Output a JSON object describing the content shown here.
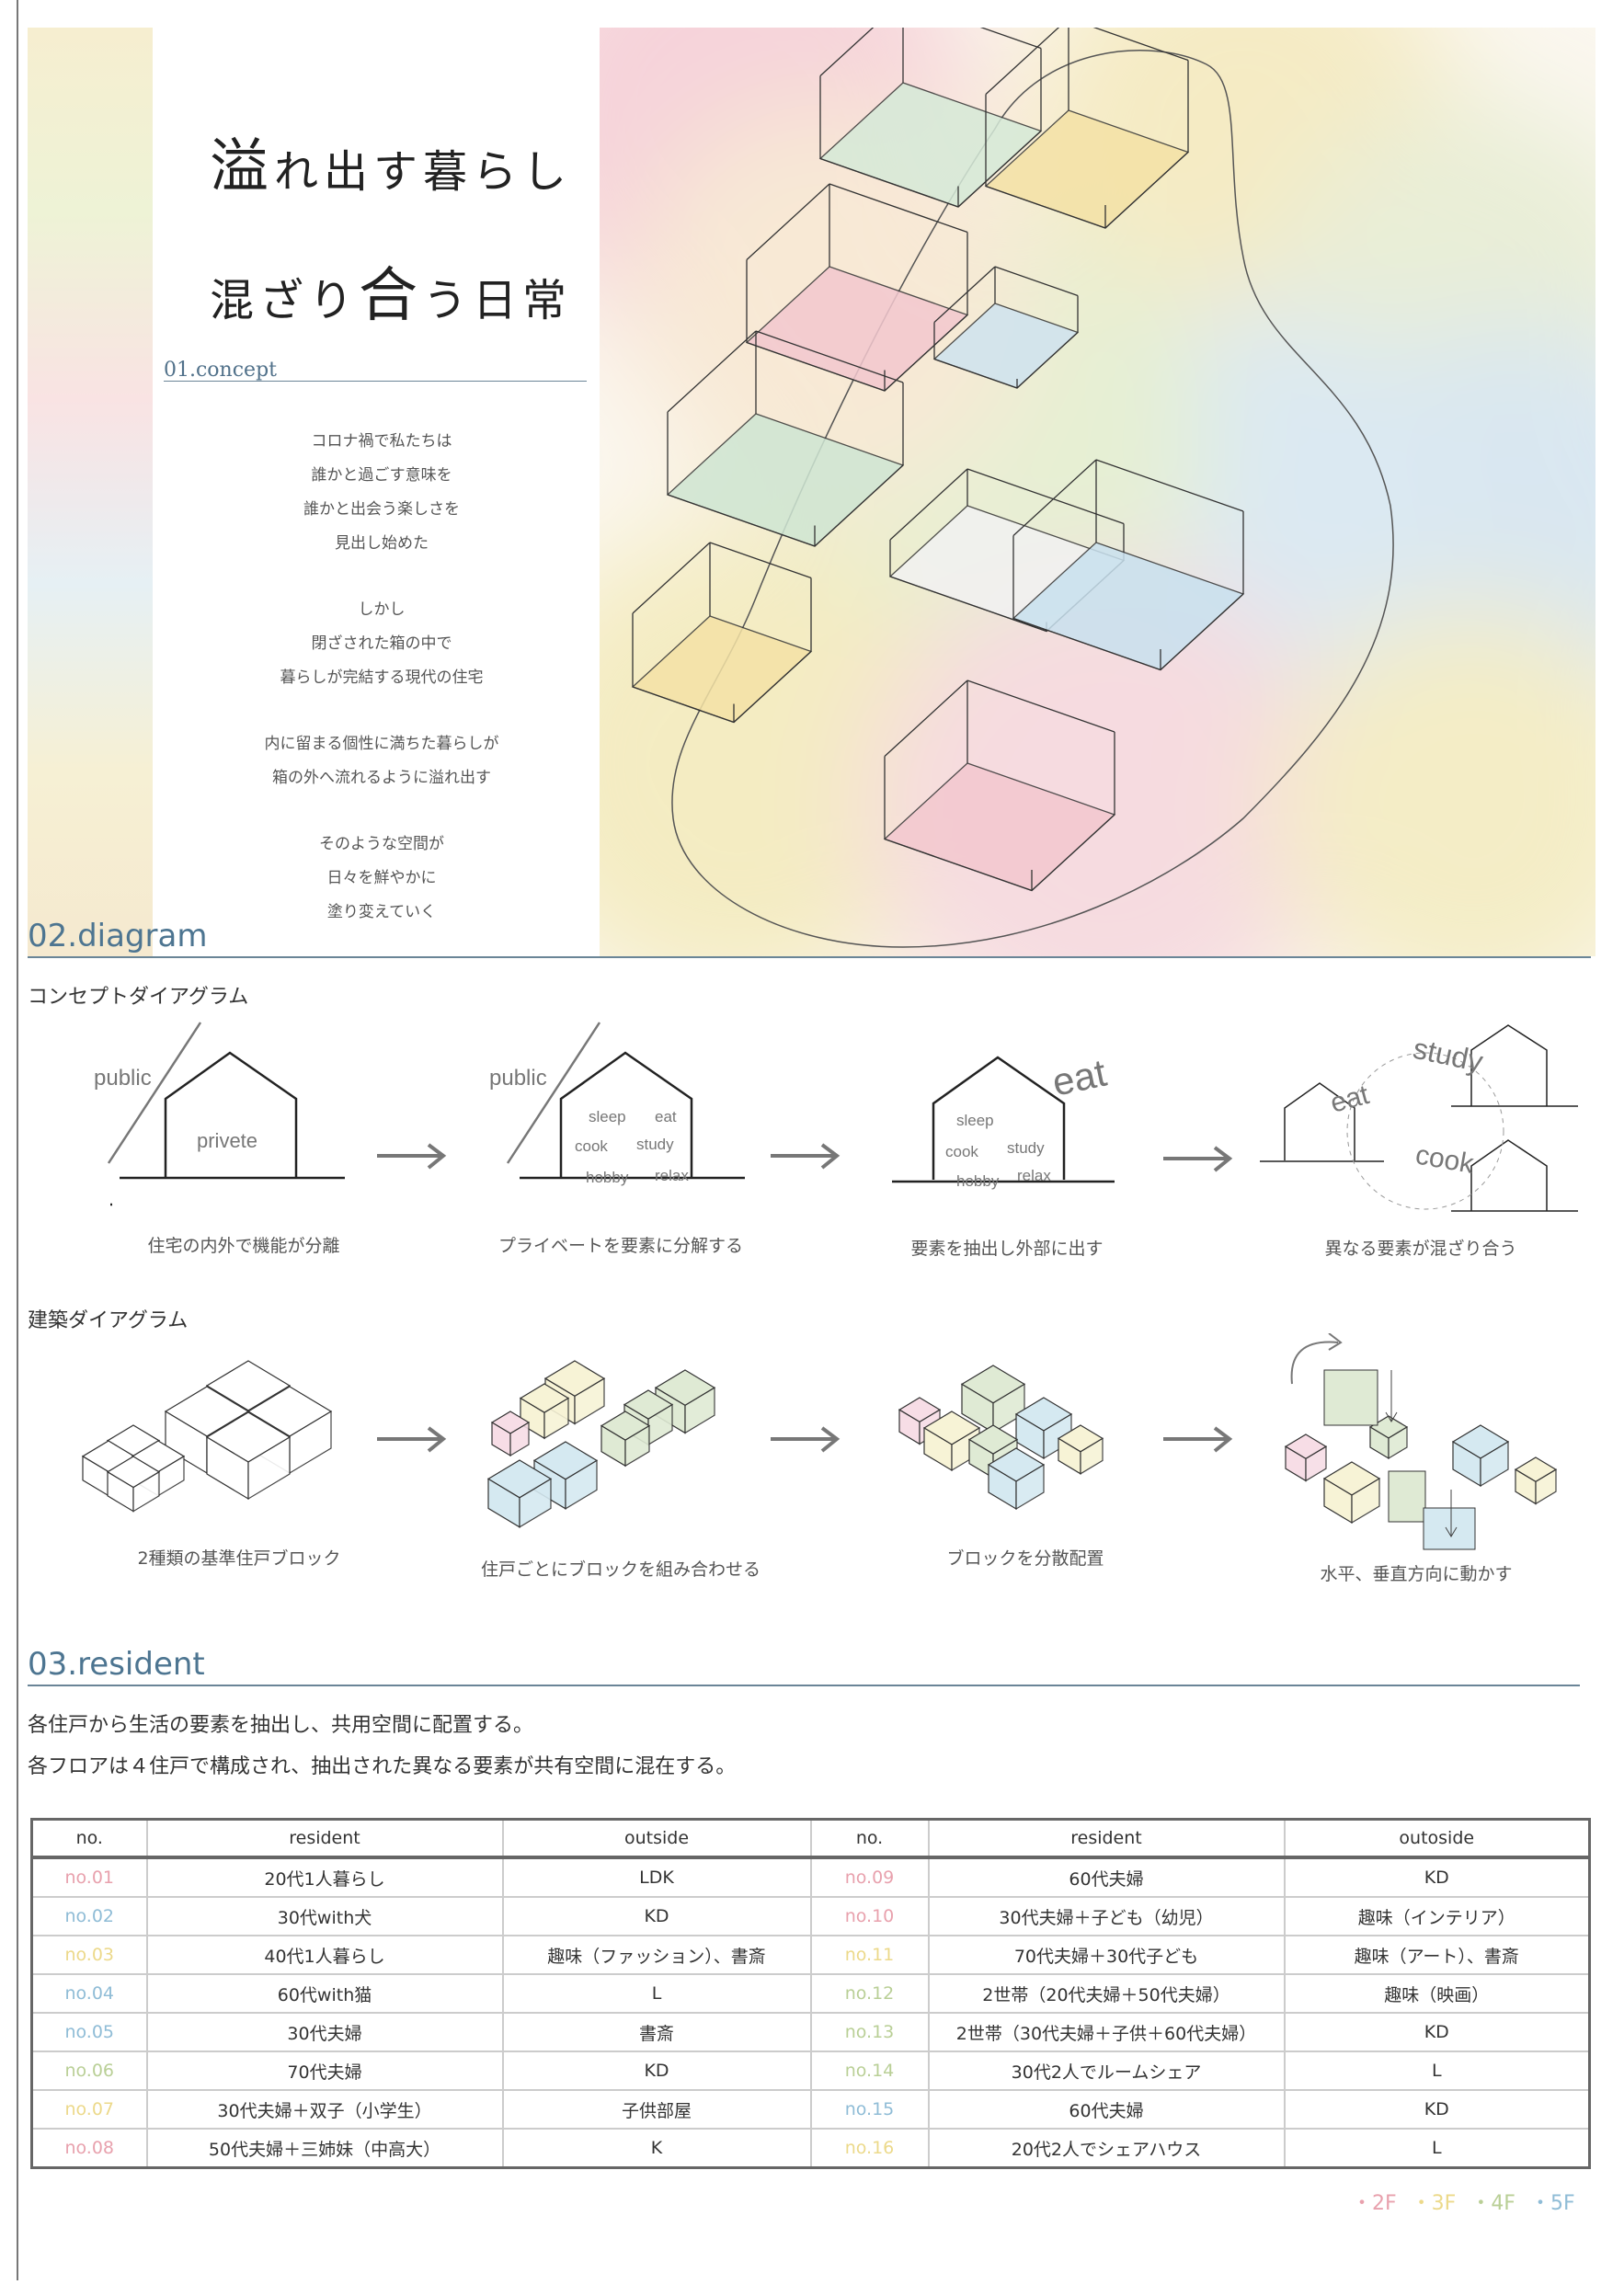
{
  "colors": {
    "pink": "#e8a1ad",
    "blue": "#8fbcd6",
    "yellow": "#ecd98a",
    "green": "#b9cf96",
    "accent": "#4d7591",
    "cube_pink": "#f7dde6",
    "cube_yellow": "#f7f3d6",
    "cube_green": "#dfead4",
    "cube_blue": "#d5e9f1",
    "cube_white": "#ffffff"
  },
  "title": {
    "line1_big": "溢",
    "line1_rest": "れ出す暮らし",
    "line2_a": "混ざり",
    "line2_big": "合",
    "line2_b": "う日常"
  },
  "concept": {
    "heading": "01.concept",
    "paragraphs": [
      [
        "コロナ禍で私たちは",
        "誰かと過ごす意味を",
        "誰かと出会う楽しさを",
        "見出し始めた"
      ],
      [
        "しかし",
        "閉ざされた箱の中で",
        "暮らしが完結する現代の住宅"
      ],
      [
        "内に留まる個性に満ちた暮らしが",
        "箱の外へ流れるように溢れ出す"
      ],
      [
        "そのような空間が",
        "日々を鮮やかに",
        "塗り変えていく"
      ]
    ]
  },
  "diagram": {
    "heading": "02.diagram",
    "concept_title": "コンセプトダイアグラム",
    "concept_steps": [
      {
        "caption": "住宅の内外で機能が分離",
        "public": "public",
        "private": "privete"
      },
      {
        "caption": "プライベートを要素に分解する",
        "public": "public",
        "words": [
          "sleep",
          "eat",
          "cook",
          "study",
          "hobby",
          "relax"
        ]
      },
      {
        "caption": "要素を抽出し外部に出す",
        "outside": "eat",
        "words": [
          "sleep",
          "cook",
          "study",
          "hobby",
          "relax"
        ]
      },
      {
        "caption": "異なる要素が混ざり合う",
        "words": [
          "study",
          "eat",
          "cook"
        ]
      }
    ],
    "arch_title": "建築ダイアグラム",
    "arch_steps": [
      "2種類の基準住戸ブロック",
      "住戸ごとにブロックを組み合わせる",
      "ブロックを分散配置",
      "水平、垂直方向に動かす"
    ]
  },
  "resident": {
    "heading": "03.resident",
    "text": [
      "各住戸から生活の要素を抽出し、共用空間に配置する。",
      "各フロアは４住戸で構成され、抽出された異なる要素が共有空間に混在する。"
    ],
    "headers_left": [
      "no.",
      "resident",
      "outside"
    ],
    "headers_right": [
      "no.",
      "resident",
      "outoside"
    ],
    "rows": [
      {
        "no": "no.01",
        "floor": "2F",
        "resident": "20代1人暮らし",
        "outside": "LDK"
      },
      {
        "no": "no.02",
        "floor": "5F",
        "resident": "30代with犬",
        "outside": "KD"
      },
      {
        "no": "no.03",
        "floor": "3F",
        "resident": "40代1人暮らし",
        "outside": "趣味（ファッション）、書斎"
      },
      {
        "no": "no.04",
        "floor": "5F",
        "resident": "60代with猫",
        "outside": "L"
      },
      {
        "no": "no.05",
        "floor": "5F",
        "resident": "30代夫婦",
        "outside": "書斎"
      },
      {
        "no": "no.06",
        "floor": "4F",
        "resident": "70代夫婦",
        "outside": "KD"
      },
      {
        "no": "no.07",
        "floor": "3F",
        "resident": "30代夫婦＋双子（小学生）",
        "outside": "子供部屋"
      },
      {
        "no": "no.08",
        "floor": "2F",
        "resident": "50代夫婦＋三姉妹（中高大）",
        "outside": "K"
      },
      {
        "no": "no.09",
        "floor": "2F",
        "resident": "60代夫婦",
        "outside": "KD"
      },
      {
        "no": "no.10",
        "floor": "2F",
        "resident": "30代夫婦＋子ども（幼児）",
        "outside": "趣味（インテリア）"
      },
      {
        "no": "no.11",
        "floor": "3F",
        "resident": "70代夫婦＋30代子ども",
        "outside": "趣味（アート）、書斎"
      },
      {
        "no": "no.12",
        "floor": "4F",
        "resident": "2世帯（20代夫婦＋50代夫婦）",
        "outside": "趣味（映画）"
      },
      {
        "no": "no.13",
        "floor": "4F",
        "resident": "2世帯（30代夫婦＋子供＋60代夫婦）",
        "outside": "KD"
      },
      {
        "no": "no.14",
        "floor": "4F",
        "resident": "30代2人でルームシェア",
        "outside": "L"
      },
      {
        "no": "no.15",
        "floor": "5F",
        "resident": "60代夫婦",
        "outside": "KD"
      },
      {
        "no": "no.16",
        "floor": "3F",
        "resident": "20代2人でシェアハウス",
        "outside": "L"
      }
    ],
    "legend": [
      {
        "label": "・2F",
        "color": "#e8a1ad"
      },
      {
        "label": "・3F",
        "color": "#ecd98a"
      },
      {
        "label": "・4F",
        "color": "#b9cf96"
      },
      {
        "label": "・5F",
        "color": "#8fbcd6"
      }
    ]
  }
}
